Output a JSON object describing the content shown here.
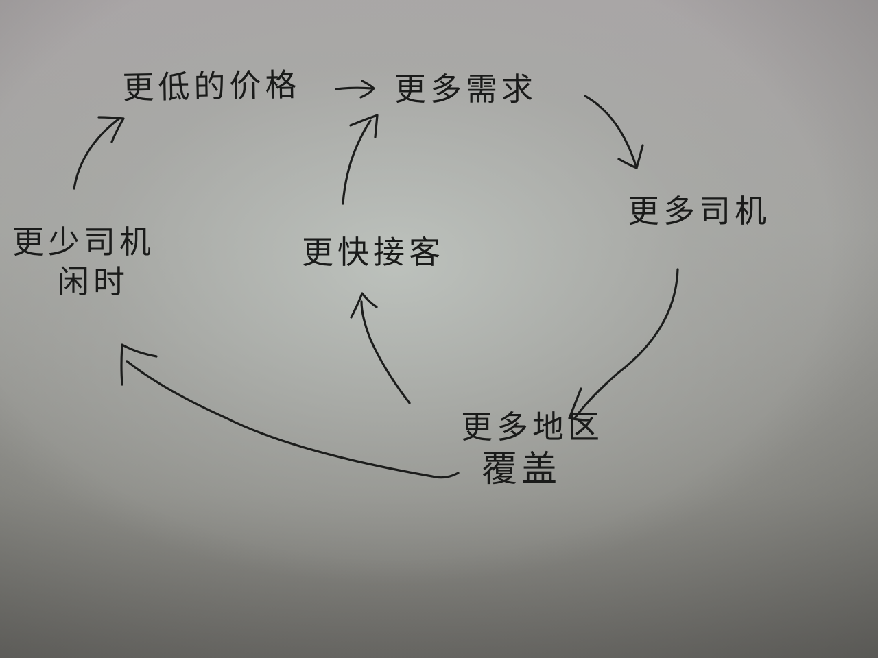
{
  "diagram": {
    "type": "hand-drawn flywheel / cycle diagram",
    "background": {
      "paper_color_top": "#a9a5a6",
      "paper_color_center": "#bcc0bb",
      "paper_color_bottom": "#6f6e6a",
      "ink_color": "#1c1d1c"
    },
    "nodes": [
      {
        "id": "lower-price",
        "lines": [
          "更低的价格"
        ]
      },
      {
        "id": "more-demand",
        "lines": [
          "更多需求"
        ]
      },
      {
        "id": "more-drivers",
        "lines": [
          "更多司机"
        ]
      },
      {
        "id": "more-coverage",
        "lines": [
          "更多地区",
          "覆盖"
        ]
      },
      {
        "id": "faster-pickup",
        "lines": [
          "更快接客"
        ]
      },
      {
        "id": "less-idle",
        "lines": [
          "更少司机",
          "闲时"
        ]
      }
    ],
    "edges": [
      {
        "from": "lower-price",
        "to": "more-demand"
      },
      {
        "from": "more-demand",
        "to": "more-drivers"
      },
      {
        "from": "more-drivers",
        "to": "more-coverage"
      },
      {
        "from": "more-coverage",
        "to": "faster-pickup"
      },
      {
        "from": "faster-pickup",
        "to": "more-demand"
      },
      {
        "from": "more-coverage",
        "to": "less-idle"
      },
      {
        "from": "less-idle",
        "to": "lower-price"
      }
    ]
  }
}
